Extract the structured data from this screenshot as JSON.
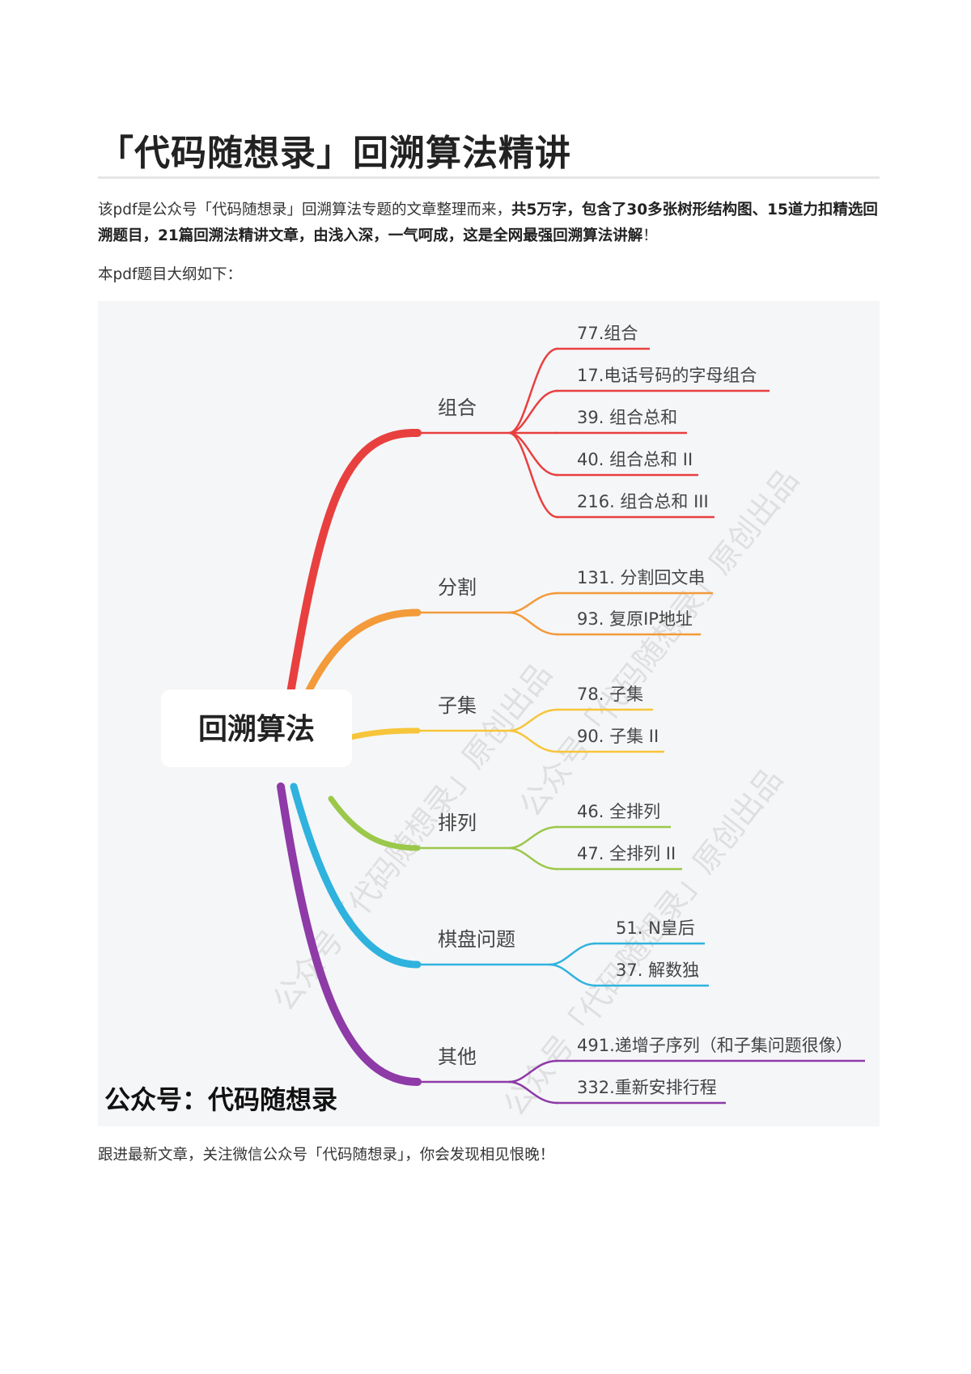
{
  "title": "「代码随想录」回溯算法精讲",
  "intro": {
    "part1": "该pdf是公众号「代码随想录」回溯算法专题的文章整理而来，",
    "bold1": "共5万字，包含了30多张树形结构图、15道力扣精选回溯题目，21篇回溯法精讲文章，由浅入深，一气呵成，这是全网最强回溯算法讲解",
    "part2": "！"
  },
  "outline_label": "本pdf题目大纲如下：",
  "footer": "跟进最新文章，关注微信公众号「代码随想录」，你会发现相见恨晚！",
  "mindmap": {
    "root": "回溯算法",
    "signature": "公众号：代码随想录",
    "watermark": "公众号「代码随想录」原创出品",
    "colors": {
      "red": "#e8403f",
      "orange": "#f39a3a",
      "yellow": "#f7c53b",
      "green": "#9bc84a",
      "blue": "#2fb2dd",
      "purple": "#8e3aa7",
      "background": "#f5f6f8"
    },
    "branches": [
      {
        "label": "组合",
        "items": [
          "77.组合",
          "17.电话号码的字母组合",
          "39. 组合总和",
          "40. 组合总和 II",
          "216. 组合总和 III"
        ]
      },
      {
        "label": "分割",
        "items": [
          "131. 分割回文串",
          "93. 复原IP地址"
        ]
      },
      {
        "label": "子集",
        "items": [
          "78. 子集",
          "90. 子集 II"
        ]
      },
      {
        "label": "排列",
        "items": [
          "46. 全排列",
          "47. 全排列 II"
        ]
      },
      {
        "label": "棋盘问题",
        "items": [
          "51. N皇后",
          "37. 解数独"
        ]
      },
      {
        "label": "其他",
        "items": [
          "491.递增子序列（和子集问题很像）",
          "332.重新安排行程"
        ]
      }
    ]
  }
}
